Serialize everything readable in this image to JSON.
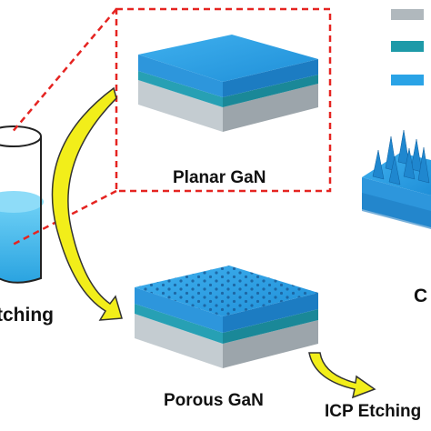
{
  "labels": {
    "planar": "Planar GaN",
    "porous": "Porous GaN",
    "icp": "ICP Etching",
    "etching": "tching",
    "right_partial": "C"
  },
  "colors": {
    "substrate": "#b0b8bd",
    "middle_layer": "#1e9aa8",
    "top_layer": "#2aa3e6",
    "arrow": "#f2ee1a",
    "dashed_frame": "#e52421",
    "beaker_liquid": "#3fb6e8"
  },
  "legend_swatches": [
    "substrate",
    "middle_layer",
    "top_layer"
  ],
  "icons": [
    "curved-arrow-icon",
    "beaker-icon"
  ]
}
